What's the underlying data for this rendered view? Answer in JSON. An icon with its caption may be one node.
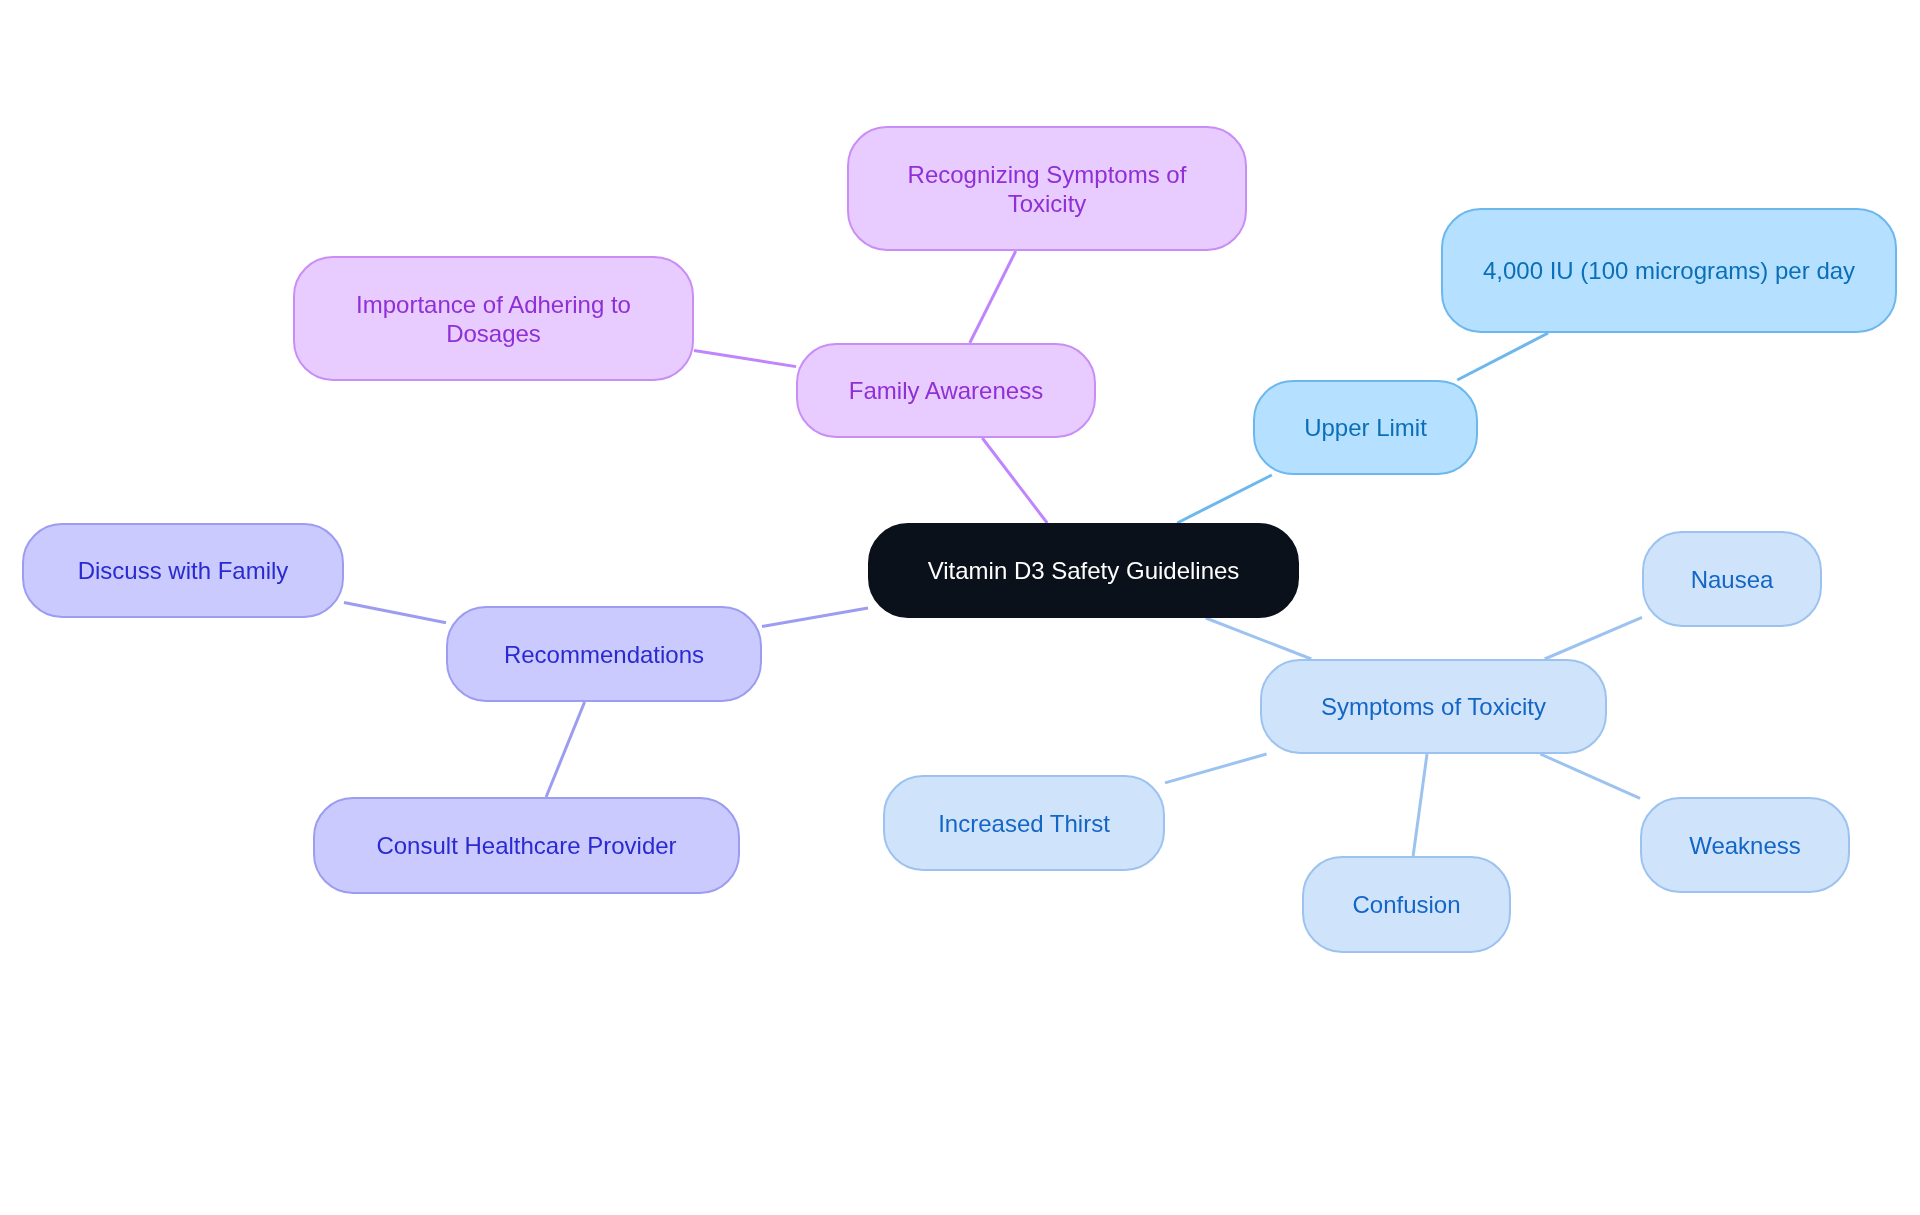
{
  "diagram": {
    "nodes": [
      {
        "text": [
          "Vitamin D3 Safety Guidelines"
        ]
      },
      {
        "text": [
          "Family Awareness"
        ]
      },
      {
        "text": [
          "Recognizing Symptoms of Toxicity"
        ]
      },
      {
        "text": [
          "Importance of Adhering to Dosages"
        ]
      },
      {
        "text": [
          "Upper Limit"
        ]
      },
      {
        "text": [
          "4,000 IU (100 micrograms) per day"
        ]
      },
      {
        "text": [
          "Symptoms of Toxicity"
        ]
      },
      {
        "text": [
          "Nausea"
        ]
      },
      {
        "text": [
          "Increased Thirst"
        ]
      },
      {
        "text": [
          "Confusion"
        ]
      },
      {
        "text": [
          "Weakness"
        ]
      },
      {
        "text": [
          "Recommendations"
        ]
      },
      {
        "text": [
          "Discuss with Family"
        ]
      },
      {
        "text": [
          "Consult Healthcare Provider"
        ]
      }
    ],
    "edges": [
      {
        "from": 0,
        "to": 1,
        "arrow": "none",
        "color": "#c084fc"
      },
      {
        "from": 1,
        "to": 2,
        "arrow": "none",
        "color": "#c084fc"
      },
      {
        "from": 1,
        "to": 3,
        "arrow": "none",
        "color": "#c084fc"
      },
      {
        "from": 0,
        "to": 4,
        "arrow": "none",
        "color": "#6cb8ee"
      },
      {
        "from": 4,
        "to": 5,
        "arrow": "none",
        "color": "#6cb8ee"
      },
      {
        "from": 0,
        "to": 6,
        "arrow": "none",
        "color": "#9cc3ef"
      },
      {
        "from": 6,
        "to": 7,
        "arrow": "none",
        "color": "#9cc3ef"
      },
      {
        "from": 6,
        "to": 8,
        "arrow": "none",
        "color": "#9cc3ef"
      },
      {
        "from": 6,
        "to": 9,
        "arrow": "none",
        "color": "#9cc3ef"
      },
      {
        "from": 6,
        "to": 10,
        "arrow": "none",
        "color": "#9cc3ef"
      },
      {
        "from": 0,
        "to": 11,
        "arrow": "none",
        "color": "#9c9cf0"
      },
      {
        "from": 11,
        "to": 12,
        "arrow": "none",
        "color": "#9c9cf0"
      },
      {
        "from": 11,
        "to": 13,
        "arrow": "none",
        "color": "#9c9cf0"
      }
    ]
  }
}
